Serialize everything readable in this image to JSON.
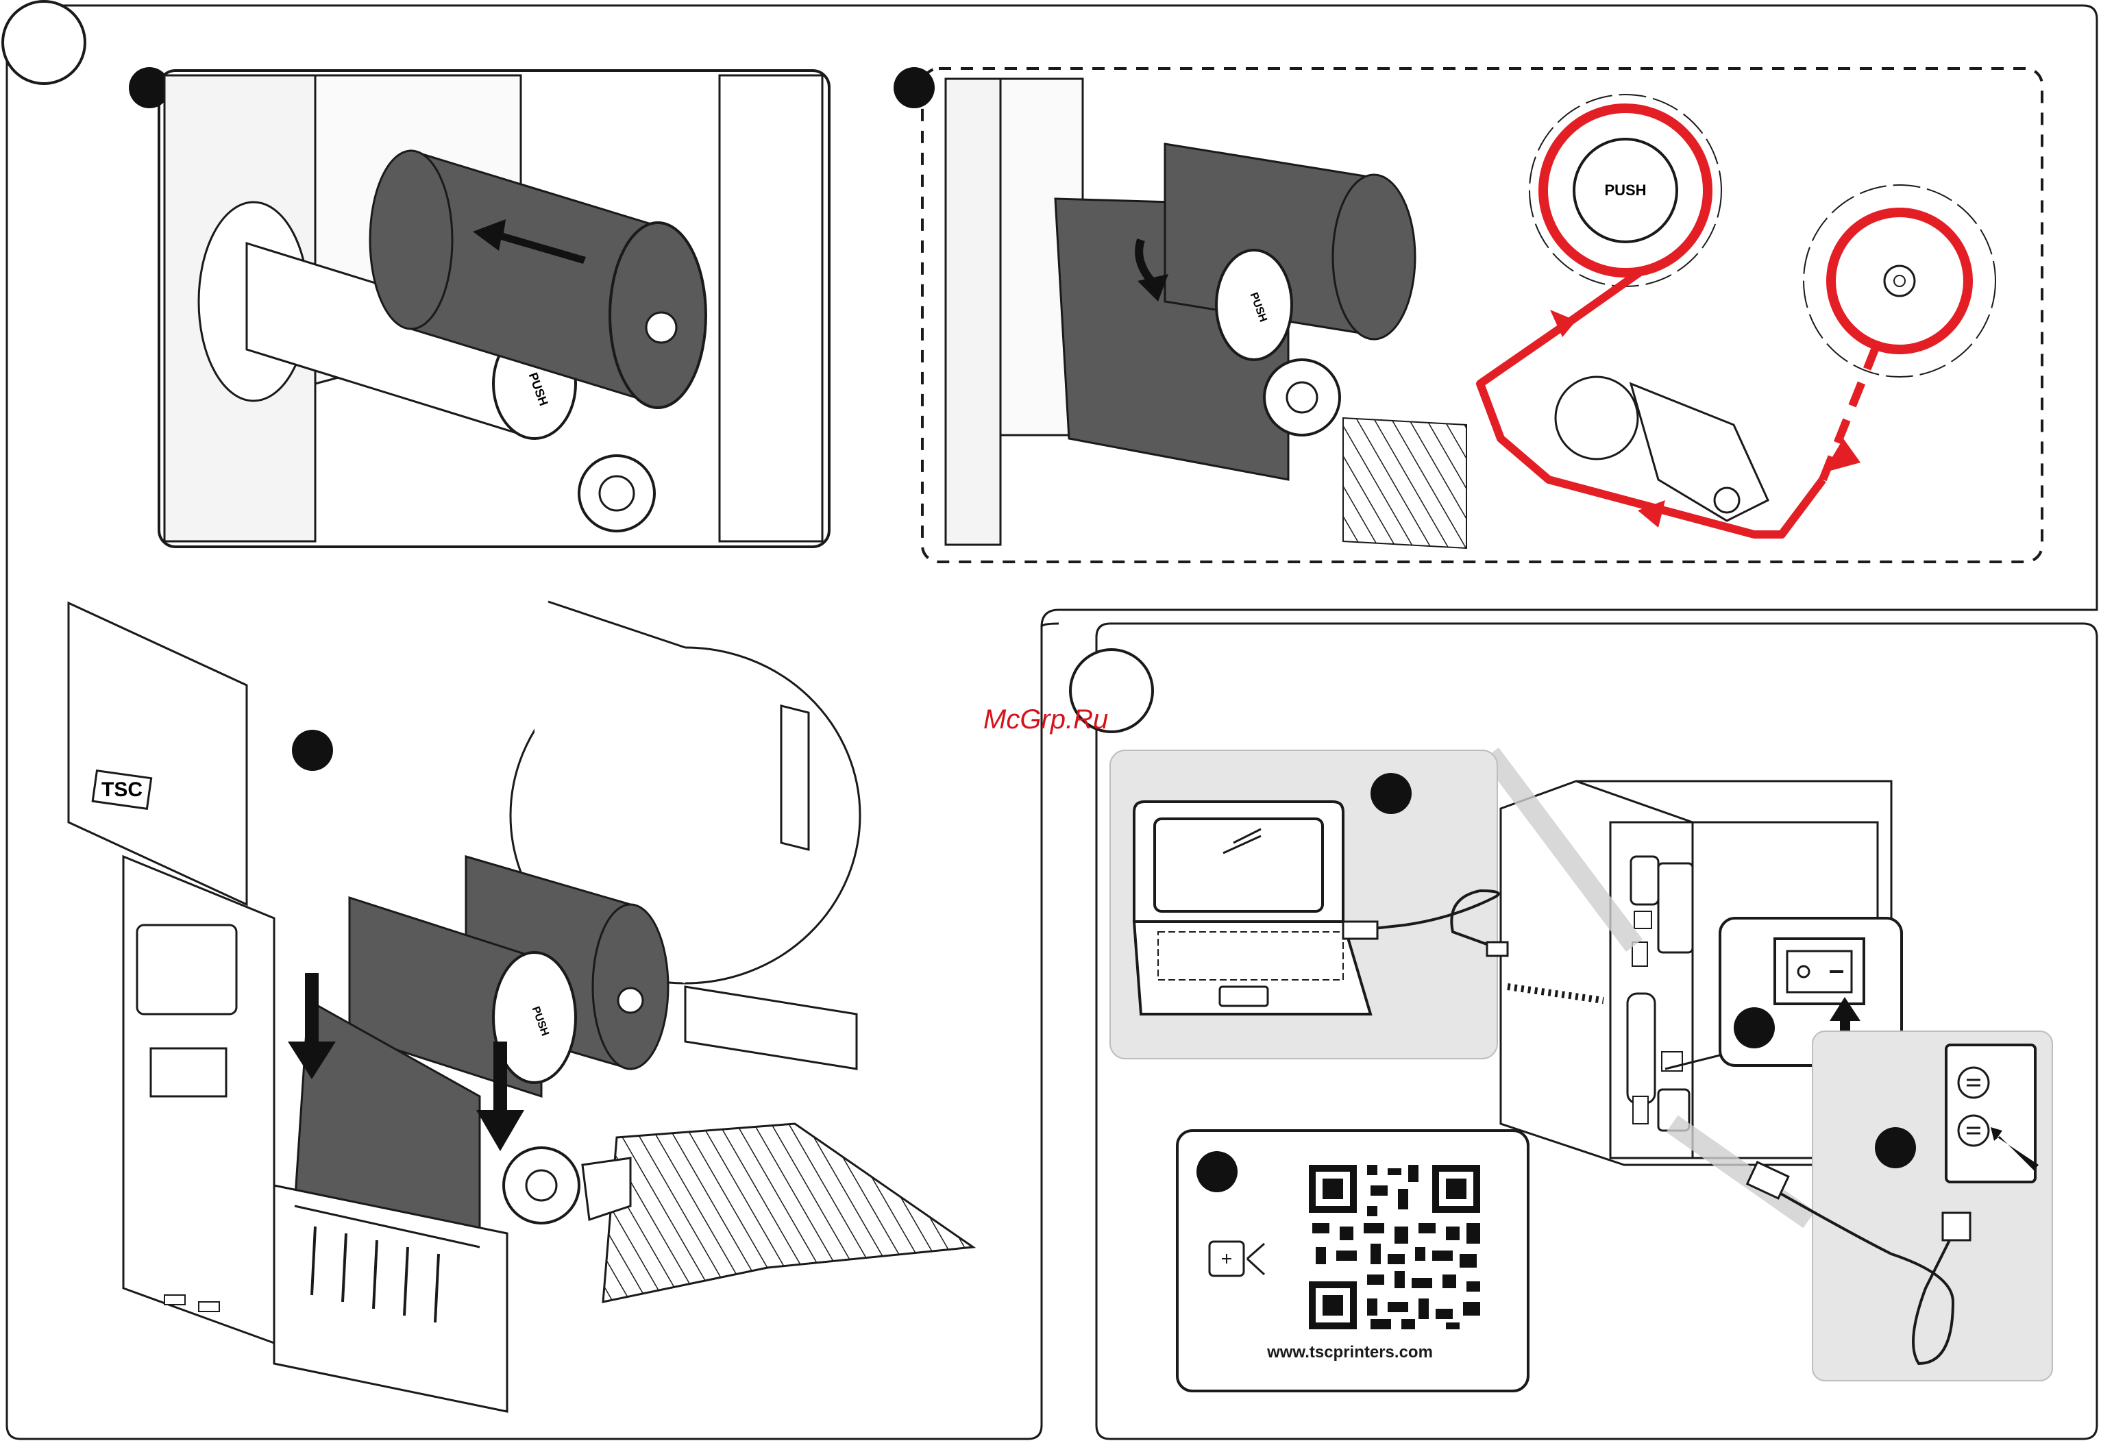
{
  "watermark": "McGrp.Ru",
  "qr_panel": {
    "url": "www.tscprinters.com"
  },
  "labels": {
    "push": "PUSH",
    "brand": "TSC"
  },
  "colors": {
    "path_red": "#e31e24",
    "ribbon": "#5a5a5a",
    "panel_gray": "#e6e6e6",
    "outline": "#1a1a1a"
  },
  "icons": [
    "laptop-icon",
    "usb-cable-icon",
    "power-switch-icon",
    "wall-outlet-icon",
    "power-cord-icon",
    "scan-icon",
    "qr-code-icon",
    "direction-arrow-icon"
  ]
}
